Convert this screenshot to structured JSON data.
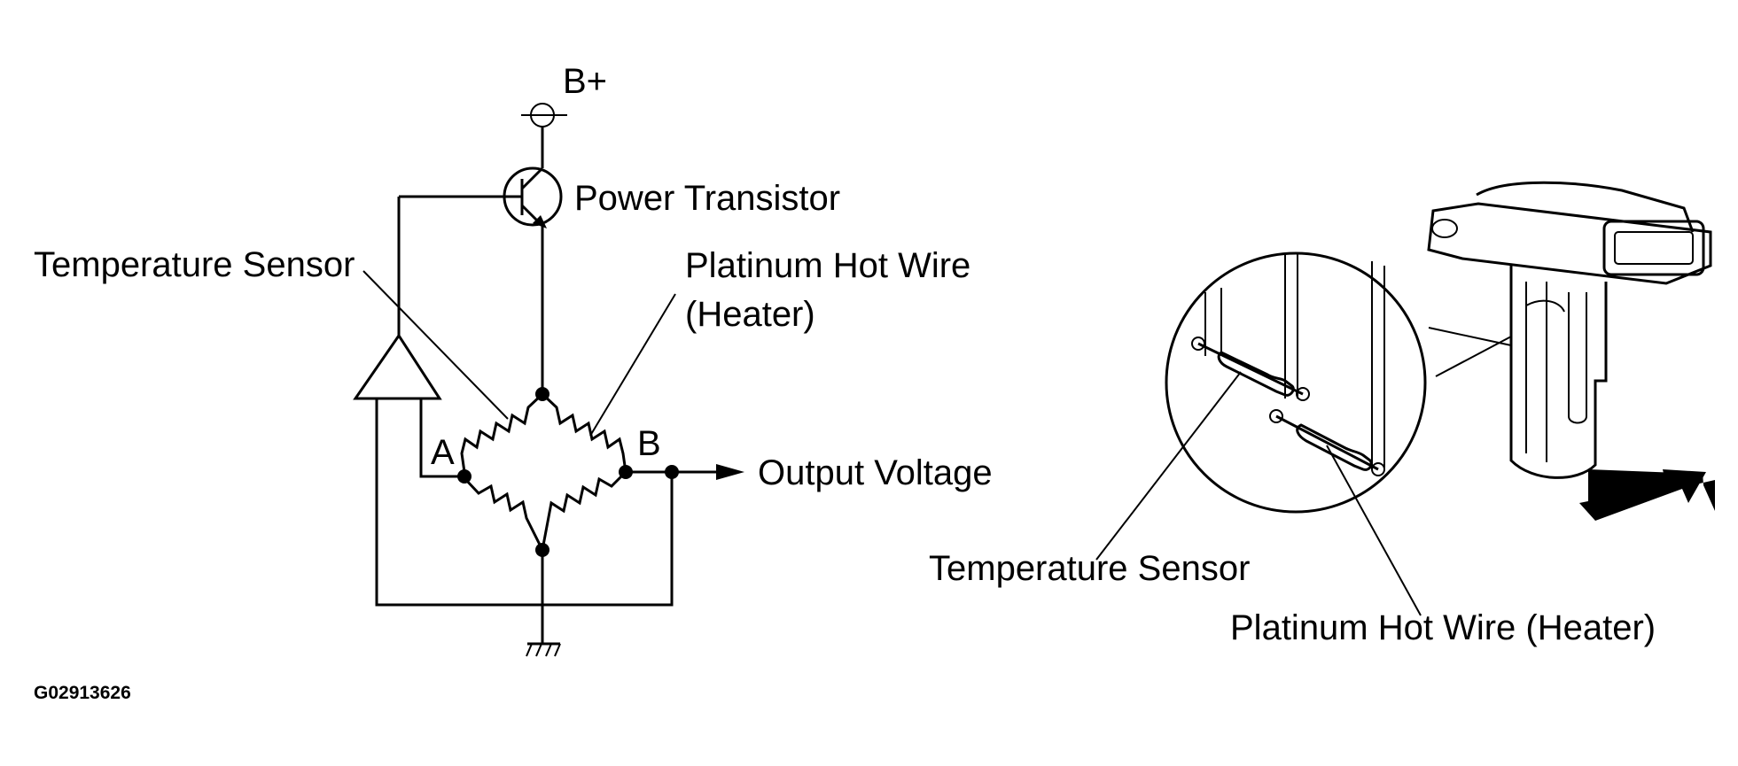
{
  "circuit": {
    "supply_label": "B+",
    "transistor_label": "Power Transistor",
    "temp_sensor_label": "Temperature Sensor",
    "hot_wire_label_line1": "Platinum Hot Wire",
    "hot_wire_label_line2": "(Heater)",
    "node_a_label": "A",
    "node_b_label": "B",
    "output_label": "Output Voltage"
  },
  "sensor_view": {
    "temp_sensor_label": "Temperature Sensor",
    "hot_wire_label": "Platinum Hot Wire (Heater)",
    "airflow_arrow": "airflow-arrow-icon"
  },
  "figure_code": "G02913626"
}
